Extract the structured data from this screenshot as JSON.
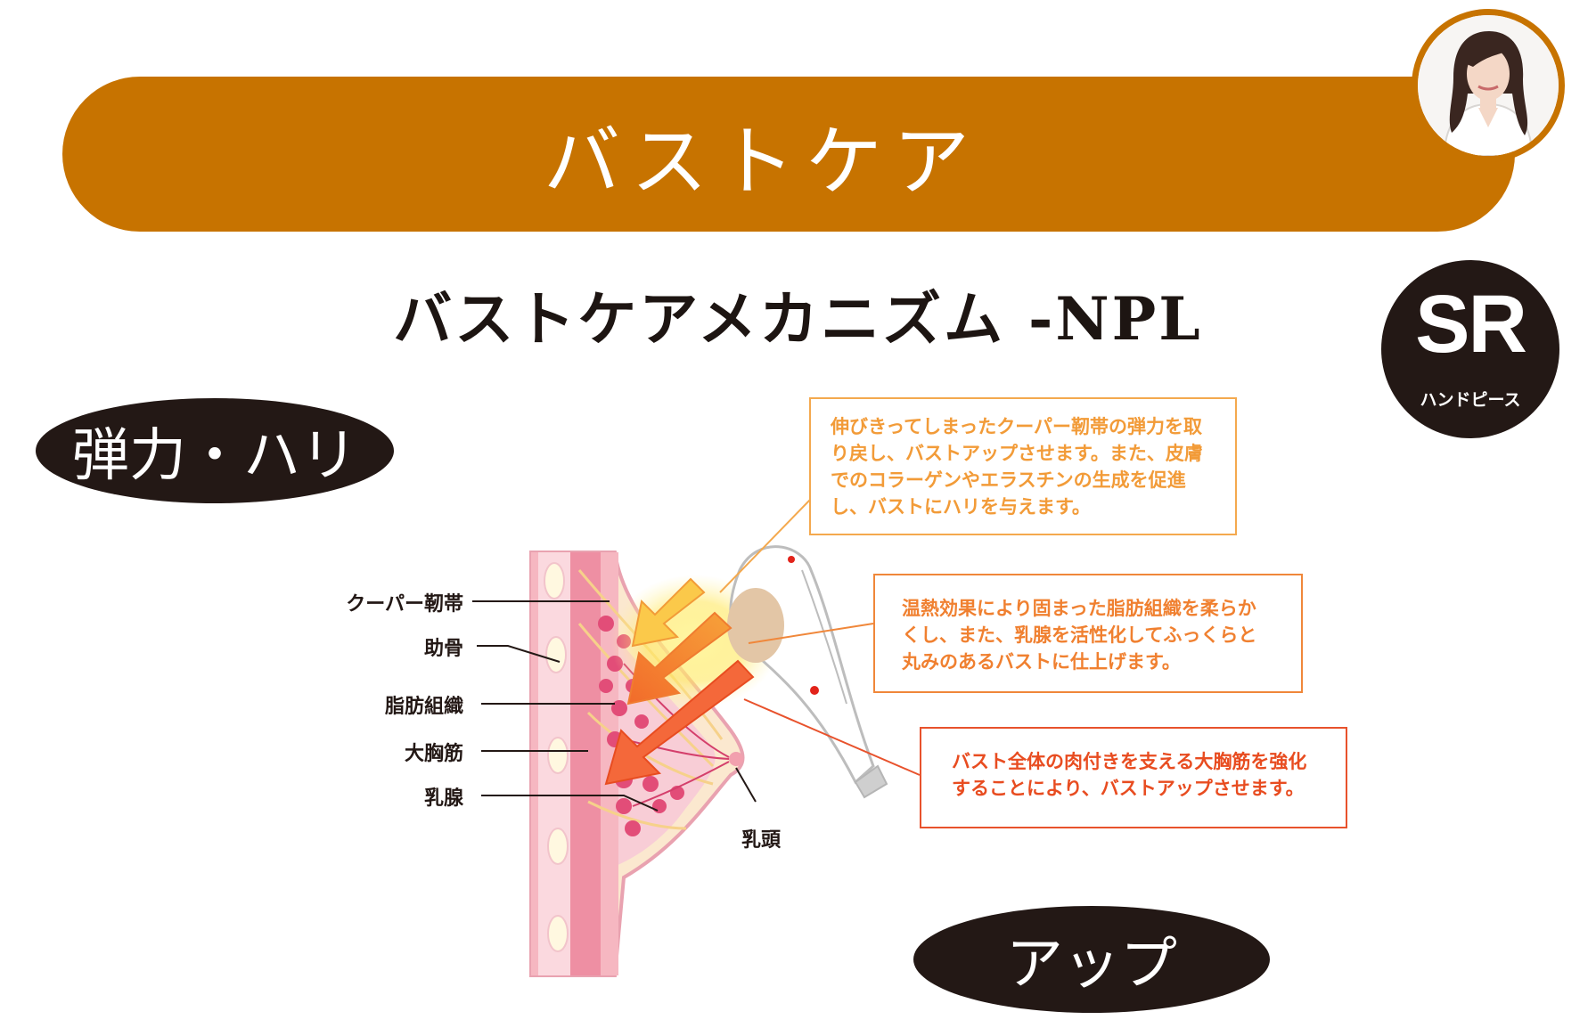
{
  "header": {
    "title": "バストケア",
    "subtitle": "バストケアメカニズム -NPL"
  },
  "badge": {
    "main": "SR",
    "sub": "ハンドピース"
  },
  "tags": {
    "elasticity": "弾力・ハリ",
    "up": "アップ"
  },
  "descriptions": [
    "伸びきってしまったクーパー靭帯の弾力を取り戻し、バストアップさせます。また、皮膚でのコラーゲンやエラスチンの生成を促進し、バストにハリを与えます。",
    "温熱効果により固まった脂肪組織を柔らかくし、また、乳腺を活性化してふっくらと丸みのあるバストに仕上げます。",
    "バスト全体の肉付きを支える大胸筋を強化することにより、バストアップさせます。"
  ],
  "anatomy_labels": {
    "cooper": "クーパー靭帯",
    "rib": "助骨",
    "fat": "脂肪組織",
    "pectoral": "大胸筋",
    "gland": "乳腺",
    "nipple": "乳頭"
  },
  "colors": {
    "banner": "#c77300",
    "dark": "#231815",
    "box1": "#f4a94e",
    "box2": "#f0873a",
    "box3": "#e8522c"
  }
}
